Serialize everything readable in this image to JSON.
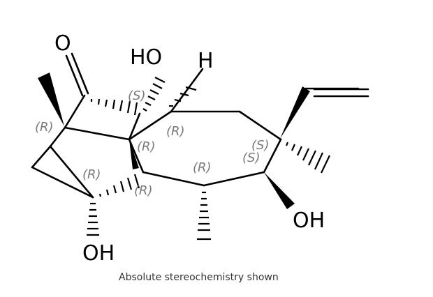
{
  "atoms": {
    "ketone_o": "O",
    "top_oh": "HO",
    "top_h": "H",
    "right_oh": "OH",
    "bottom_oh": "OH"
  },
  "stereo_labels": {
    "r_left": "(R)",
    "s_top": "(S)",
    "r_upper_mid": "(R)",
    "r_center": "(R)",
    "r_bridge": "(R)",
    "r_lower": "(R)",
    "r_ring": "(R)",
    "s_quat": "(S)",
    "s_choh": "(S)"
  },
  "caption": "Absolute stereochemistry shown"
}
